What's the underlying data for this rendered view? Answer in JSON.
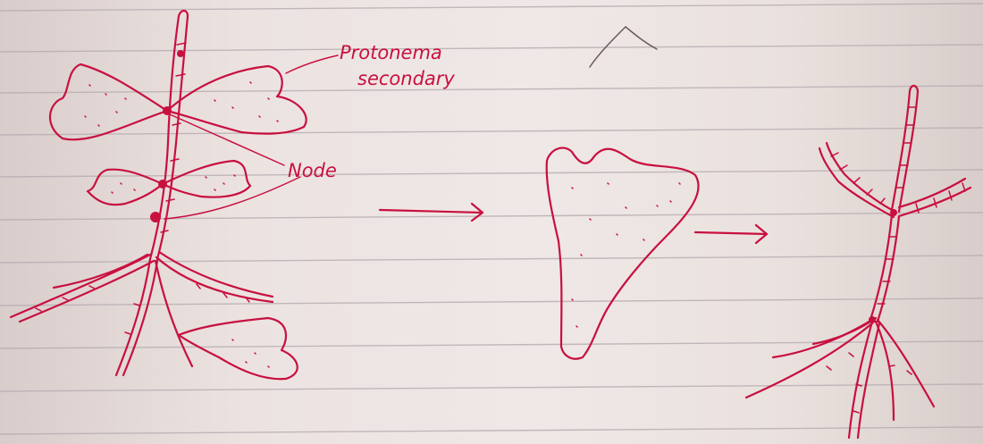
{
  "labels": {
    "protonema_line1": "Protonema",
    "protonema_line2": "secondary",
    "node": "Node"
  },
  "colors": {
    "ink": "#c8103f",
    "paper": "#ece3e1",
    "rule": "#b9aeb4"
  }
}
